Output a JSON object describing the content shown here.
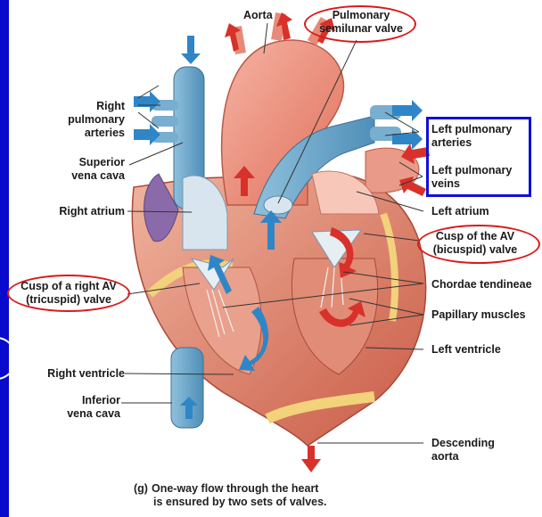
{
  "labels": {
    "aorta": "Aorta",
    "pulmonary_semilunar_valve_line1": "Pulmonary",
    "pulmonary_semilunar_valve_line2": "semilunar valve",
    "right_pulmonary_arteries_line1": "Right",
    "right_pulmonary_arteries_line2": "pulmonary",
    "right_pulmonary_arteries_line3": "arteries",
    "superior_vena_cava_line1": "Superior",
    "superior_vena_cava_line2": "vena cava",
    "right_atrium": "Right atrium",
    "cusp_right_av_line1": "Cusp of a right AV",
    "cusp_right_av_line2": "(tricuspid) valve",
    "right_ventricle": "Right ventricle",
    "inferior_vena_cava_line1": "Inferior",
    "inferior_vena_cava_line2": "vena cava",
    "left_pulmonary_arteries_line1": "Left pulmonary",
    "left_pulmonary_arteries_line2": "arteries",
    "left_pulmonary_veins_line1": "Left pulmonary",
    "left_pulmonary_veins_line2": "veins",
    "left_atrium": "Left atrium",
    "cusp_av_bicuspid_line1": "Cusp of the AV",
    "cusp_av_bicuspid_line2": "(bicuspid) valve",
    "chordae_tendineae": "Chordae tendineae",
    "papillary_muscles": "Papillary muscles",
    "left_ventricle": "Left ventricle",
    "descending_aorta_line1": "Descending",
    "descending_aorta_line2": "aorta"
  },
  "caption": {
    "panel": "(g)",
    "line1": "One-way flow through the heart",
    "line2": "is ensured by two sets of valves."
  },
  "colors": {
    "slide_background": "#0a0acc",
    "highlight_oval": "#d81b1b",
    "highlight_box": "#1010d8",
    "oxygenated_arrow": "#d8312a",
    "deoxygenated_arrow": "#2f86c7"
  }
}
